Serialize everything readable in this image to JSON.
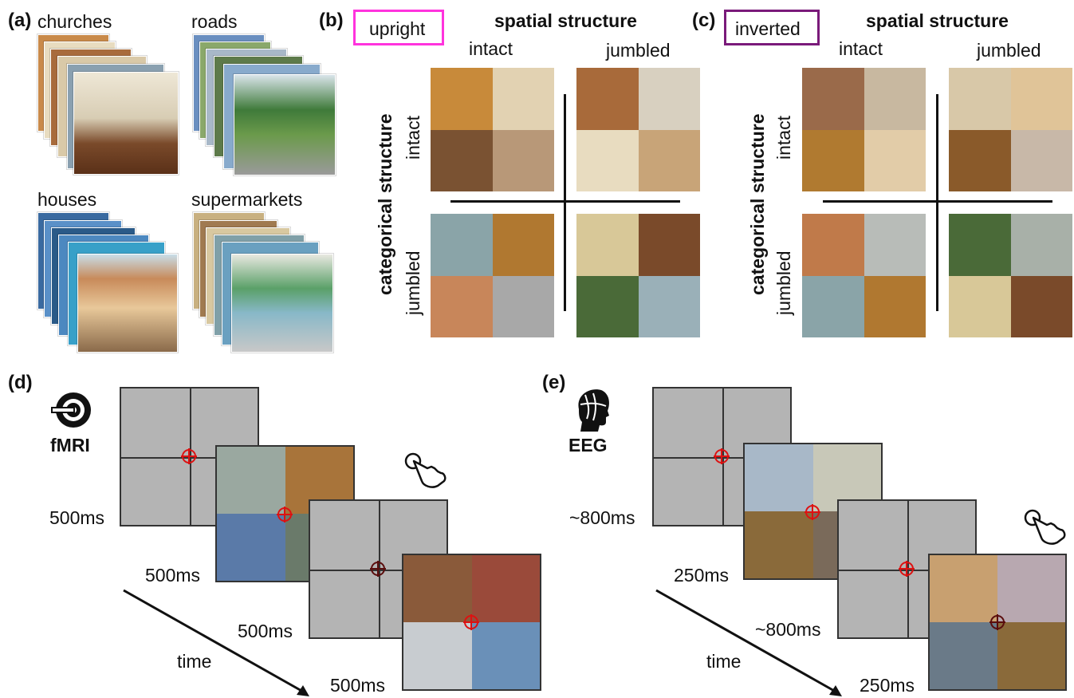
{
  "panels": {
    "a": {
      "tag": "(a)",
      "categories": [
        "churches",
        "roads",
        "houses",
        "supermarkets"
      ]
    },
    "b": {
      "tag": "(b)",
      "condition": "upright",
      "spatial_title": "spatial structure",
      "spatial_intact": "intact",
      "spatial_jumbled": "jumbled",
      "categorical_title": "categorical structure",
      "categorical_intact": "intact",
      "categorical_jumbled": "jumbled"
    },
    "c": {
      "tag": "(c)",
      "condition": "inverted",
      "spatial_title": "spatial structure",
      "spatial_intact": "intact",
      "spatial_jumbled": "jumbled",
      "categorical_title": "categorical structure",
      "categorical_intact": "intact",
      "categorical_jumbled": "jumbled"
    },
    "d": {
      "tag": "(d)",
      "method": "fMRI",
      "durations": [
        "500ms",
        "500ms",
        "500ms",
        "500ms"
      ],
      "time_label": "time"
    },
    "e": {
      "tag": "(e)",
      "method": "EEG",
      "durations": [
        "~800ms",
        "250ms",
        "~800ms",
        "250ms"
      ],
      "time_label": "time"
    }
  },
  "colors": {
    "upright_frame": "#ff33dd",
    "inverted_frame": "#7a1a7a",
    "fixation": "#dd1111",
    "gray_screen": "#b4b4b4"
  }
}
